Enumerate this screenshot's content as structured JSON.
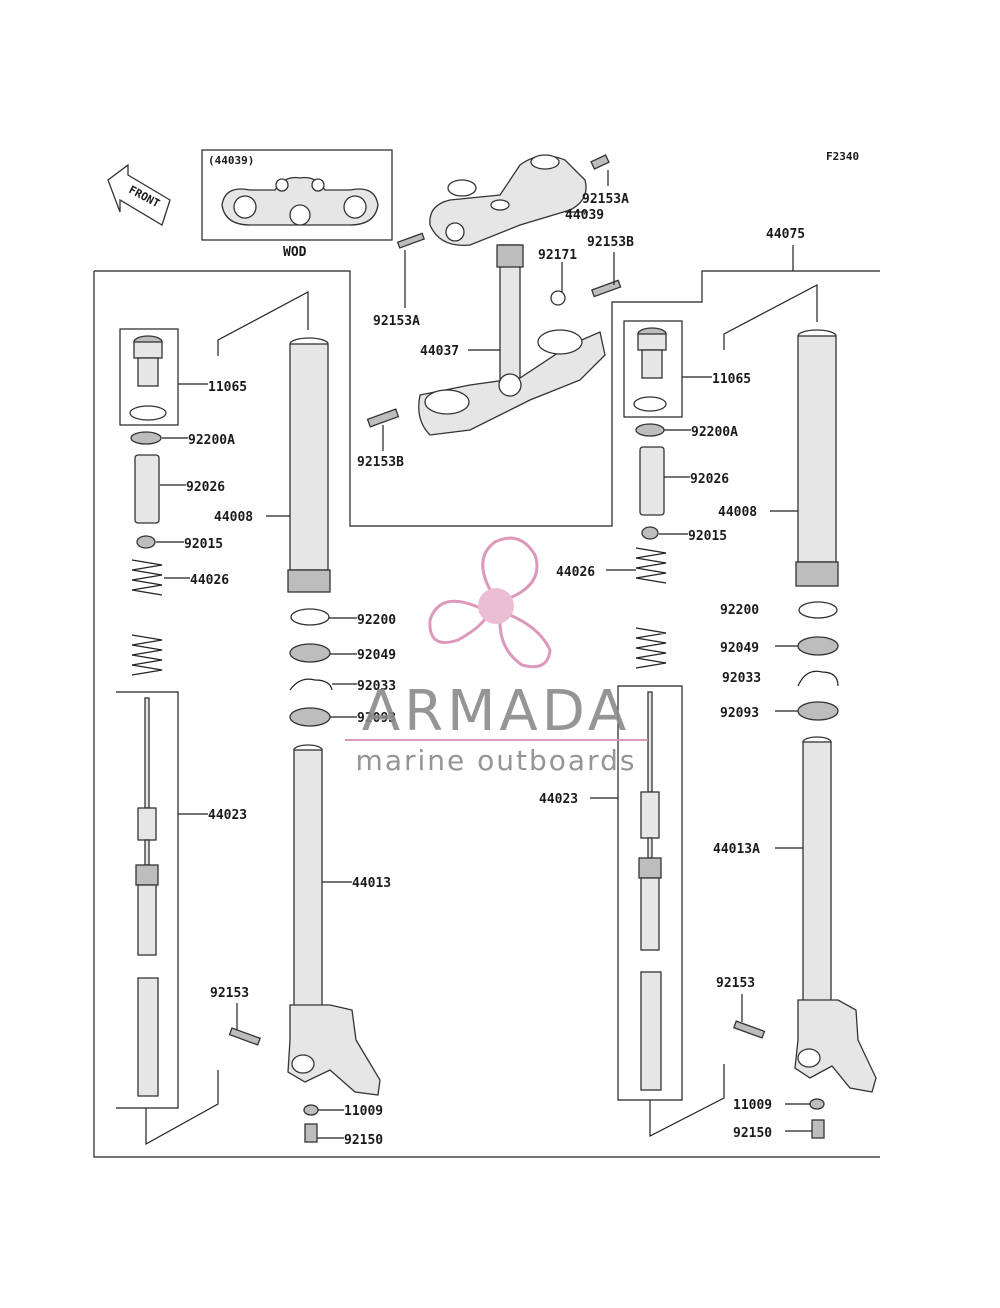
{
  "figure_code": "F2340",
  "front_arrow_label": "FRONT",
  "inset": {
    "part": "(44039)",
    "variant": "WOD"
  },
  "assembly_group": "44075",
  "watermark": {
    "brand": "ARMADA",
    "tagline": "marine outboards",
    "color_pink": "#d98fb4",
    "color_grey": "#8a8a8a"
  },
  "labels": {
    "top_92153A_r": "92153A",
    "top_44039": "44039",
    "top_92153B_r": "92153B",
    "top_92171": "92171",
    "top_92153A_l": "92153A",
    "top_44037": "44037",
    "top_92153B_l": "92153B",
    "L_11065": "11065",
    "L_92200A": "92200A",
    "L_92026": "92026",
    "L_44008": "44008",
    "L_92015": "92015",
    "L_44026": "44026",
    "L_92200": "92200",
    "L_92049": "92049",
    "L_92033": "92033",
    "L_92093": "92093",
    "L_44023": "44023",
    "L_44013": "44013",
    "L_92153": "92153",
    "L_11009": "11009",
    "L_92150": "92150",
    "R_11065": "11065",
    "R_92200A": "92200A",
    "R_92026": "92026",
    "R_44008": "44008",
    "R_92015": "92015",
    "R_44026": "44026",
    "R_92200": "92200",
    "R_92049": "92049",
    "R_92033": "92033",
    "R_92093": "92093",
    "R_44023": "44023",
    "R_44013A": "44013A",
    "R_92153": "92153",
    "R_11009": "11009",
    "R_92150": "92150"
  }
}
